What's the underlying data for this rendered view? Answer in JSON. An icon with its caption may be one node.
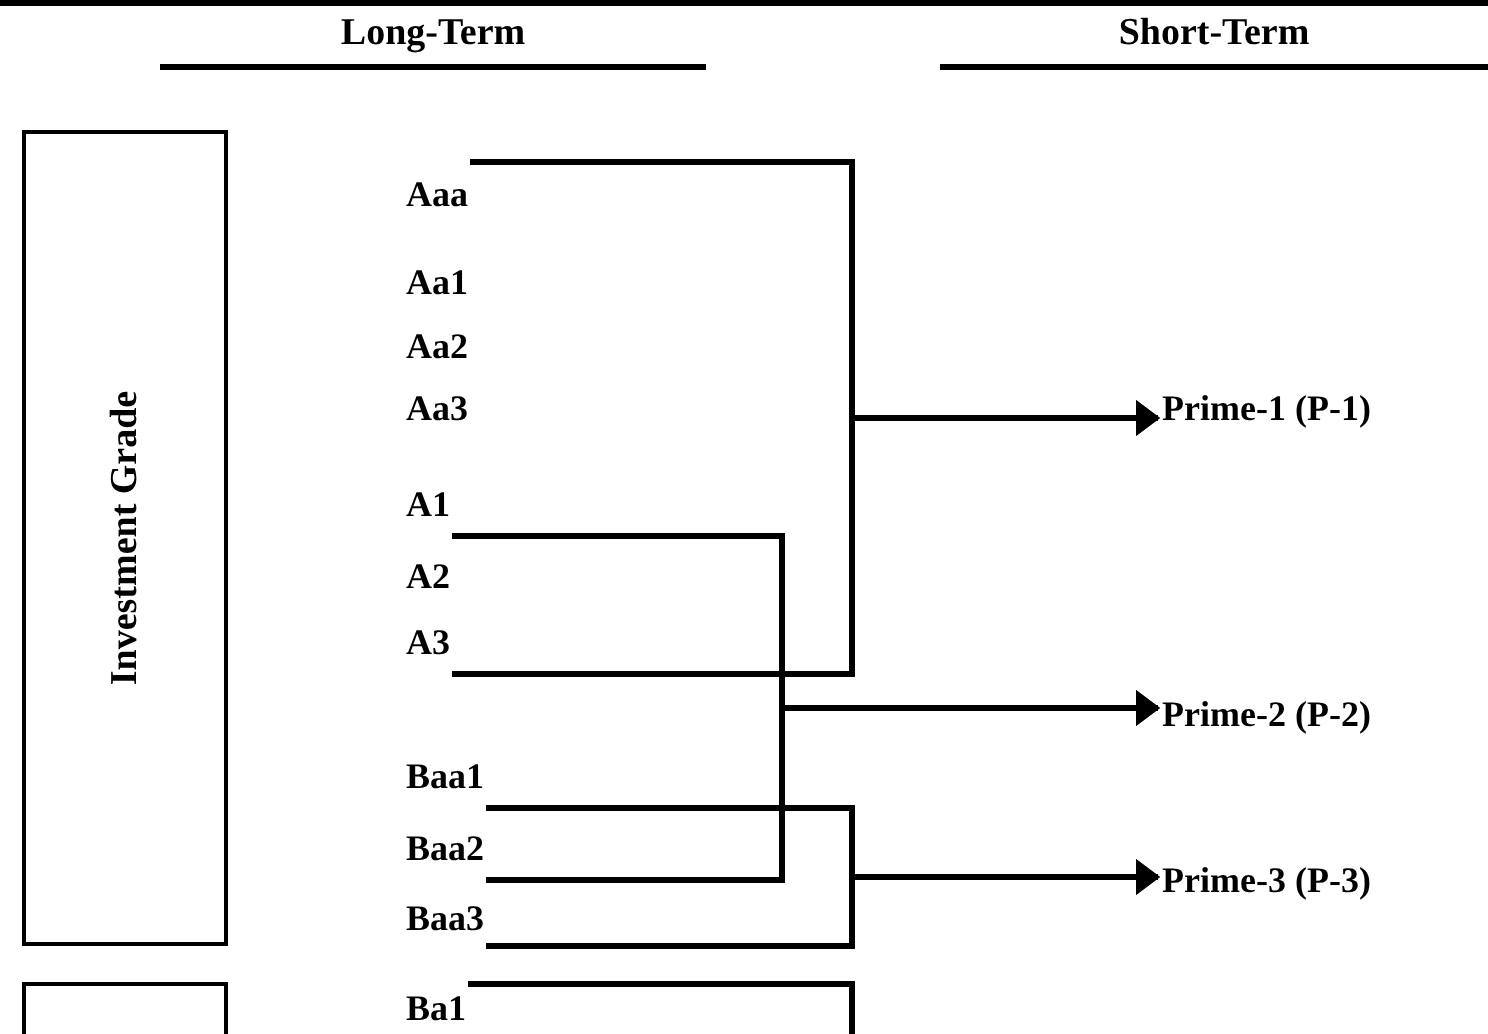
{
  "diagram": {
    "nodes": [
      {
        "text": [
          "Investment Grade"
        ]
      },
      {
        "text": [
          "Aaa"
        ]
      },
      {
        "text": [
          "Aa1"
        ]
      },
      {
        "text": [
          "Aa2"
        ]
      },
      {
        "text": [
          "Aa3"
        ]
      },
      {
        "text": [
          "Prime-1 (P-1)"
        ]
      },
      {
        "text": [
          "A1"
        ]
      },
      {
        "text": [
          "A2"
        ]
      },
      {
        "text": [
          "A3"
        ]
      },
      {
        "text": [
          "Prime-2 (P-2)"
        ]
      },
      {
        "text": [
          "Baa1"
        ]
      },
      {
        "text": [
          "Baa2"
        ]
      },
      {
        "text": [
          "Prime-3 (P-3)"
        ]
      },
      {
        "text": [
          "Baa3"
        ]
      },
      {
        "text": [],
        "shape": "box"
      },
      {
        "text": [
          "Ba1"
        ]
      }
    ],
    "edges": [
      {
        "from": 1,
        "to": 5,
        "arrow": "to"
      },
      {
        "from": 8,
        "to": 5,
        "arrow": "to"
      },
      {
        "from": 6,
        "to": 9,
        "arrow": "to"
      },
      {
        "from": 11,
        "to": 9,
        "arrow": "to"
      },
      {
        "from": 10,
        "to": 12,
        "arrow": "to"
      },
      {
        "from": 13,
        "to": 12,
        "arrow": "to"
      },
      {
        "from": 15,
        "to": null,
        "arrow": "none"
      }
    ],
    "labels": [
      "Long-Term",
      "Short-Term"
    ]
  }
}
